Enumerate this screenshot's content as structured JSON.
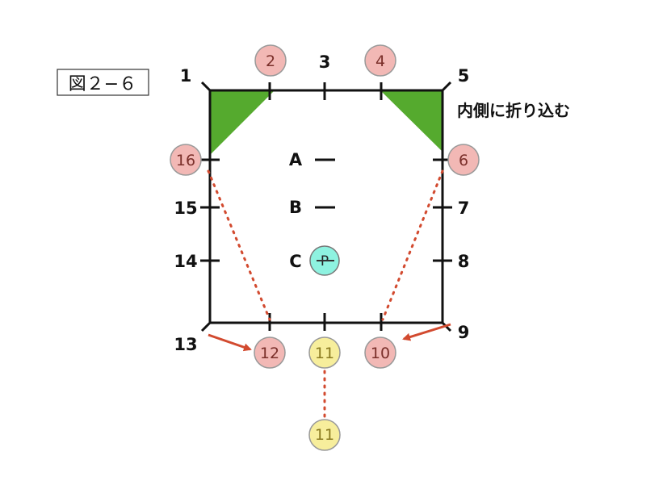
{
  "figure_label": "図２−６",
  "note": "内側に折り込む",
  "point_labels": {
    "p1": "1",
    "p3": "3",
    "p5": "5",
    "p7": "7",
    "p8": "8",
    "p9": "9",
    "p13": "13",
    "p14": "14",
    "p15": "15"
  },
  "circle_labels": {
    "c2": "2",
    "c4": "4",
    "c6": "6",
    "c16": "16",
    "c10": "10",
    "c12": "12",
    "c11_top": "11",
    "c11_bottom": "11",
    "cP": "P"
  },
  "row_labels": {
    "a": "A",
    "b": "B",
    "c": "C"
  },
  "colors": {
    "fold_triangle": "#55aa2e",
    "pink_circle": "#f2b8b5",
    "yellow_circle": "#f7ee9c",
    "cyan_circle": "#8ef2e0",
    "dotted_line": "#d24a2f",
    "arrow": "#d24a2f"
  }
}
